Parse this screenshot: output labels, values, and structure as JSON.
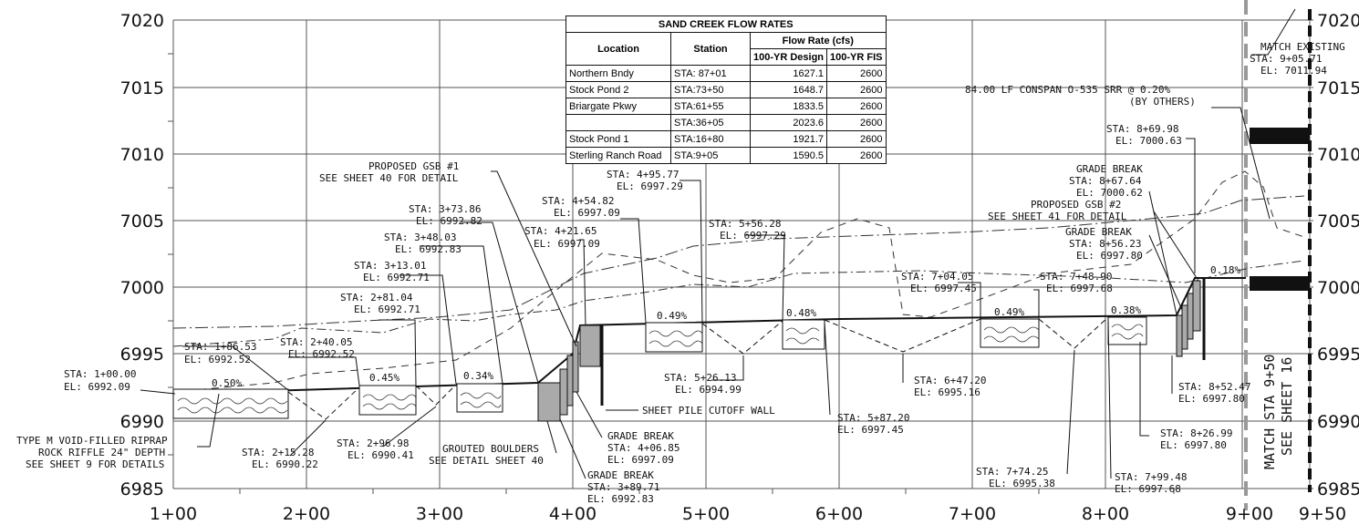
{
  "elevation_labels": [
    "7020",
    "7015",
    "7010",
    "7005",
    "7000",
    "6995",
    "6990",
    "6985"
  ],
  "right_elevation_labels": [
    "7020",
    "7015",
    "7010",
    "7005",
    "7000",
    "6995",
    "6990",
    "6985"
  ],
  "station_labels": [
    "1+00",
    "2+00",
    "3+00",
    "4+00",
    "5+00",
    "6+00",
    "7+00",
    "8+00",
    "9+00",
    "9+50"
  ],
  "table": {
    "title": "SAND CREEK FLOW RATES",
    "h_location": "Location",
    "h_station": "Station",
    "h_flow": "Flow Rate (cfs)",
    "h_design": "100-YR Design",
    "h_fis": "100-YR FIS",
    "rows": [
      {
        "location": "Northern Bndy",
        "station": "STA: 87+01",
        "design": "1627.1",
        "fis": "2600"
      },
      {
        "location": "Stock Pond 2",
        "station": "STA:73+50",
        "design": "1648.7",
        "fis": "2600"
      },
      {
        "location": "Briargate Pkwy",
        "station": "STA:61+55",
        "design": "1833.5",
        "fis": "2600"
      },
      {
        "location": "",
        "station": "STA:36+05",
        "design": "2023.6",
        "fis": "2600"
      },
      {
        "location": "Stock Pond 1",
        "station": "STA:16+80",
        "design": "1921.7",
        "fis": "2600"
      },
      {
        "location": "Sterling Ranch Road",
        "station": "STA:9+05",
        "design": "1590.5",
        "fis": "2600"
      }
    ]
  },
  "slopes": [
    "0.50%",
    "0.45%",
    "0.34%",
    "0.49%",
    "0.48%",
    "0.49%",
    "0.38%",
    "0.18%"
  ],
  "match_right": [
    "MATCH STA 9+50",
    "SEE SHEET 16"
  ],
  "notes": {
    "match_existing": [
      "MATCH EXISTING",
      "STA: 9+05.71",
      "EL: 7011.94"
    ],
    "conspan": [
      "84.00 LF CONSPAN O-535 SRR @ 0.20%",
      "(BY OTHERS)"
    ],
    "gsb1": [
      "PROPOSED GSB #1",
      "SEE SHEET 40 FOR DETAIL"
    ],
    "gsb2": [
      "PROPOSED GSB #2",
      "SEE SHEET 41 FOR DETAIL"
    ],
    "riprap": [
      "TYPE M VOID-FILLED RIPRAP",
      "ROCK RIFFLE 24\" DEPTH",
      "SEE SHEET 9 FOR DETAILS"
    ],
    "grouted": [
      "GROUTED BOULDERS",
      "SEE DETAIL SHEET 40"
    ],
    "sheetpile": "SHEET PILE CUTOFF WALL",
    "gb_406": [
      "GRADE BREAK",
      "STA: 4+06.85",
      "EL: 6997.09"
    ],
    "gb_389": [
      "GRADE BREAK",
      "STA: 3+89.71",
      "EL: 6992.83"
    ],
    "gb_867": [
      "GRADE BREAK",
      "STA: 8+67.64",
      "EL: 7000.62"
    ],
    "gb_856": [
      "GRADE BREAK",
      "STA: 8+56.23",
      "EL: 6997.80"
    ]
  },
  "callouts": [
    [
      "STA: 1+86.53",
      "EL: 6992.52"
    ],
    [
      "STA: 1+00.00",
      "EL: 6992.09"
    ],
    [
      "STA: 2+40.05",
      "EL: 6992.52"
    ],
    [
      "STA: 2+81.04",
      "EL: 6992.71"
    ],
    [
      "STA: 3+13.01",
      "EL: 6992.71"
    ],
    [
      "STA: 3+48.03",
      "EL: 6992.83"
    ],
    [
      "STA: 3+73.86",
      "EL: 6992.82"
    ],
    [
      "STA: 4+21.65",
      "EL: 6997.09"
    ],
    [
      "STA: 4+54.82",
      "EL: 6997.09"
    ],
    [
      "STA: 4+95.77",
      "EL: 6997.29"
    ],
    [
      "STA: 5+56.28",
      "EL: 6997.29"
    ],
    [
      "STA: 5+26.13",
      "EL: 6994.99"
    ],
    [
      "STA: 2+15.28",
      "EL: 6990.22"
    ],
    [
      "STA: 2+96.98",
      "EL: 6990.41"
    ],
    [
      "STA: 5+87.20",
      "EL: 6997.45"
    ],
    [
      "STA: 6+47.20",
      "EL: 6995.16"
    ],
    [
      "STA: 7+04.05",
      "EL: 6997.45"
    ],
    [
      "STA: 7+48.90",
      "EL: 6997.68"
    ],
    [
      "STA: 7+74.25",
      "EL: 6995.38"
    ],
    [
      "STA: 7+99.48",
      "EL: 6997.68"
    ],
    [
      "STA: 8+26.99",
      "EL: 6997.80"
    ],
    [
      "STA: 8+52.47",
      "EL: 6997.80"
    ],
    [
      "STA: 8+69.98",
      "EL: 7000.63"
    ]
  ]
}
